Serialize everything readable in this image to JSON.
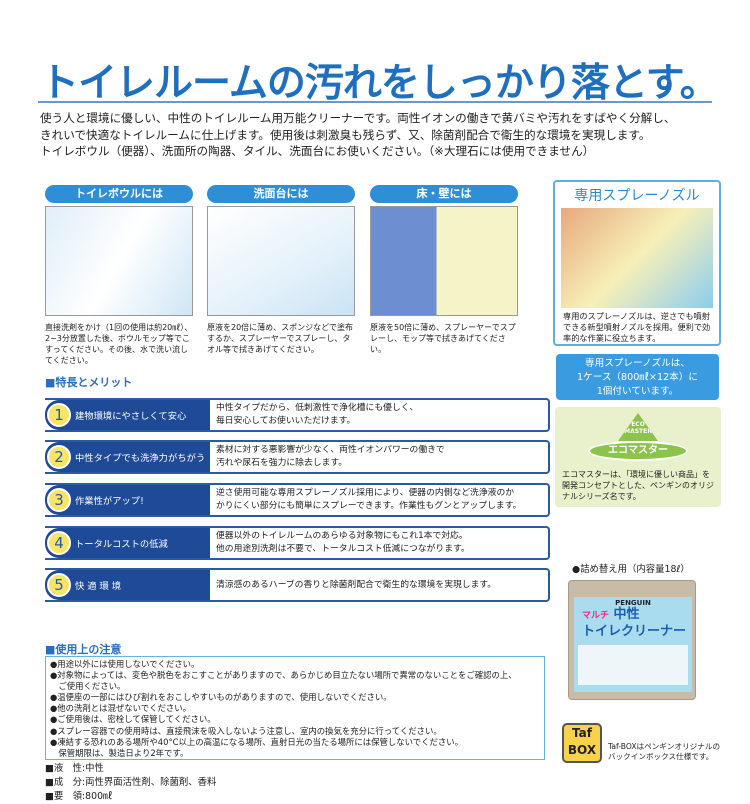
{
  "title": "トイレルームの汚れをしっかり落とす。",
  "intro": [
    "使う人と環境に優しい、中性のトイレルーム用万能クリーナーです。両性イオンの働きで黄バミや汚れをすばやく分解し、",
    "きれいで快適なトイレルームに仕上げます。使用後は刺激臭も残らず、又、除菌剤配合で衛生的な環境を実現します。",
    "トイレボウル（便器）、洗面所の陶器、タイル、洗面台にお使いください。（※大理石には使用できません）"
  ],
  "usage": [
    {
      "label": "トイレボウルには",
      "caption": "直接洗剤をかけ（1回の使用は約20㎖）、2~3分放置した後、ボウルモップ等でこすってください。その後、水で洗い流してください。"
    },
    {
      "label": "洗面台には",
      "caption": "原液を20倍に薄め、スポンジなどで塗布するか、スプレーヤーでスプレーし、タオル等で拭きあげてください。"
    },
    {
      "label": "床・壁には",
      "caption": "原液を50倍に薄め、スプレーヤーでスプレーし、モップ等で拭きあげてください。"
    }
  ],
  "nozzle": {
    "heading": "専用スプレーノズル",
    "caption": "専用のスプレーノズルは、逆さでも噴射できる新型噴射ノズルを採用。便利で効率的な作業に役立ちます。",
    "note": [
      "専用スプレーノズルは、",
      "1ケース（800㎖×12本）に",
      "1個付いています。"
    ]
  },
  "eco": {
    "logo_top": "ECO MASTER",
    "logo_band": "エコマスター",
    "caption": "エコマスターは、「環境に優しい商品」を開発コンセプトとした、ペンギンのオリジナルシリーズ名です。"
  },
  "features_heading": "■特長とメリット",
  "features": [
    {
      "num": "1",
      "title": "建物環境にやさしくて安心",
      "desc": [
        "中性タイプだから、低刺激性で浄化槽にも優しく、",
        "毎日安心してお使いいただけます。"
      ]
    },
    {
      "num": "2",
      "title": "中性タイプでも洗浄力がちがう",
      "desc": [
        "素材に対する悪影響が少なく、両性イオンパワーの働きで",
        "汚れや尿石を強力に除去します。"
      ]
    },
    {
      "num": "3",
      "title": "作業性がアップ!",
      "desc": [
        "逆さ使用可能な専用スプレーノズル採用により、便器の内側など洗浄液のか",
        "かりにくい部分にも簡単にスプレーできます。作業性もグンとアップします。"
      ]
    },
    {
      "num": "4",
      "title": "トータルコストの低減",
      "desc": [
        "便器以外のトイレルームのあらゆる対象物にもこれ1本で対応。",
        "他の用途別洗剤は不要で、トータルコスト低減につながります。"
      ]
    },
    {
      "num": "5",
      "title": "快 適 環 境",
      "desc": [
        "清涼感のあるハーブの香りと除菌剤配合で衛生的な環境を実現します。"
      ]
    }
  ],
  "caution_heading": "■使用上の注意",
  "cautions": [
    "●用途以外には使用しないでください。",
    "●対象物によっては、変色や脱色をおこすことがありますので、あらかじめ目立たない場所で異常のないことをご確認の上、",
    "　ご使用ください。",
    "●温便座の一部にはひび割れをおこしやすいものがありますので、使用しないでください。",
    "●他の洗剤とは混ぜないでください。",
    "●ご使用後は、密栓して保管してください。",
    "●スプレー容器での使用時は、直接飛沫を吸入しないよう注意し、室内の換気を充分に行ってください。",
    "●凍結する恐れのある場所や40°C以上の高温になる場所、直射日光の当たる場所には保管しないでください。",
    "　保管期限は、製造日より2年です。"
  ],
  "specs": [
    "■液　性:中性",
    "■成　分:両性界面活性剤、除菌剤、香料",
    "■要　領:800㎖"
  ],
  "refill": {
    "label": "●詰め替え用（内容量18ℓ）",
    "brand": "PENGUIN",
    "badge": "マルチ",
    "name1": "中性",
    "name2": "トイレクリーナー"
  },
  "taf": {
    "logo": [
      "Taf",
      "BOX"
    ],
    "caption": [
      "Taf-BOXはペンギンオリジナルの",
      "バックインボックス仕様です。"
    ]
  }
}
